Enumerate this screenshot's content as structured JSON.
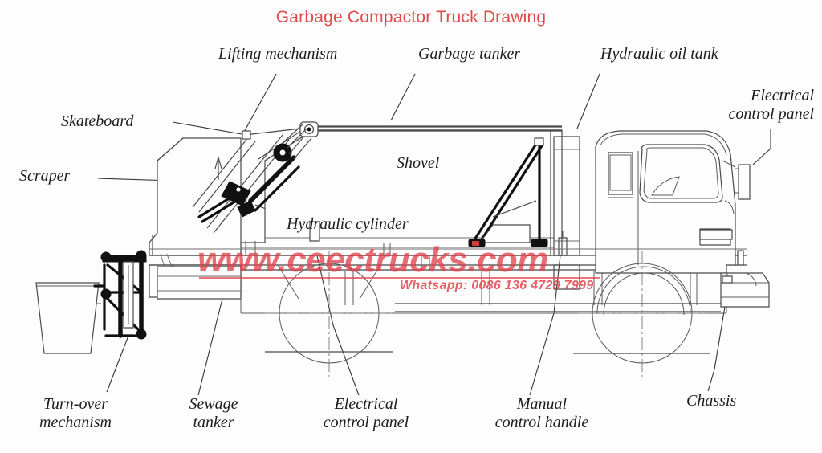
{
  "title": "Garbage Compactor Truck Drawing",
  "title_color": "#e04a4a",
  "background_color": "#fdfdfd",
  "line_color": "#4a4a4a",
  "watermark": {
    "url": "www.ceectrucks.com",
    "phone": "Whatsapp: 0086 136 4729 7999",
    "color": "#e23e48"
  },
  "labels": {
    "lifting_mechanism": "Lifting mechanism",
    "garbage_tanker": "Garbage tanker",
    "hydraulic_oil_tank": "Hydraulic oil tank",
    "electrical_control_panel_top": "Electrical\ncontrol panel",
    "skateboard": "Skateboard",
    "scraper": "Scraper",
    "shovel": "Shovel",
    "hydraulic_cylinder": "Hydraulic cylinder",
    "turn_over_mechanism": "Turn-over\nmechanism",
    "sewage_tanker": "Sewage\ntanker",
    "electrical_control_panel_bottom": "Electrical\ncontrol panel",
    "manual_control_handle": "Manual\ncontrol handle",
    "chassis": "Chassis"
  }
}
